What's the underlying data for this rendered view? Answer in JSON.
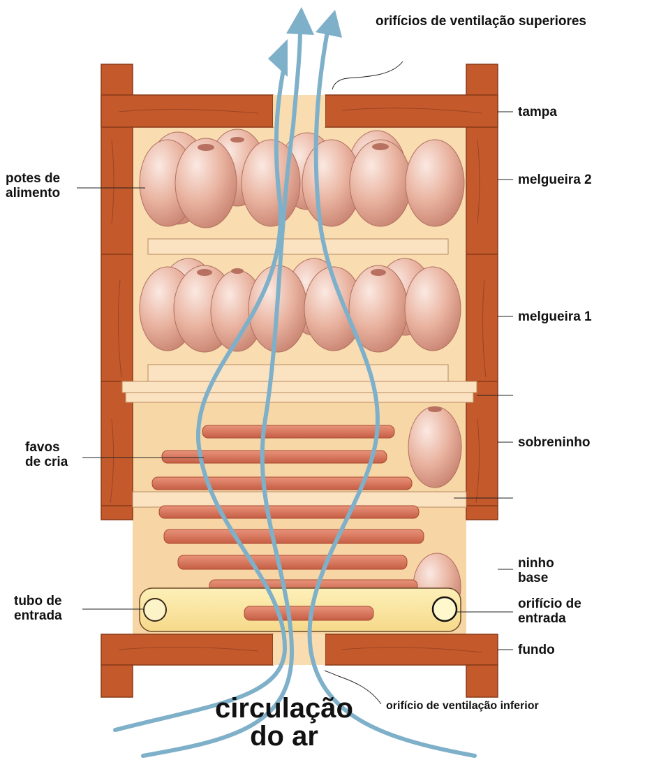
{
  "labels": {
    "top_vents": "orifícios de ventilação superiores",
    "lid": "tampa",
    "food_pots": [
      "potes de",
      "alimento"
    ],
    "honey_super_2": "melgueira 2",
    "honey_super_1": "melgueira 1",
    "brood_combs": [
      "favos",
      "de cria"
    ],
    "upper_nest": "sobreninho",
    "base_nest": [
      "ninho",
      "base"
    ],
    "entrance_tube": [
      "tubo de",
      "entrada"
    ],
    "entrance_hole": [
      "orifício de",
      "entrada"
    ],
    "bottom": "fundo",
    "bottom_vent": "orifício de ventilação inferior",
    "air_circulation": [
      "circulação",
      "do ar"
    ]
  },
  "colors": {
    "wood": "#c45a2c",
    "wood_dark": "#8a3a18",
    "interior": "#f9dcb0",
    "pot": "#e3a896",
    "comb": "#d8735a",
    "air": "#7fb0c9",
    "shelf": "#fbe3c2"
  }
}
